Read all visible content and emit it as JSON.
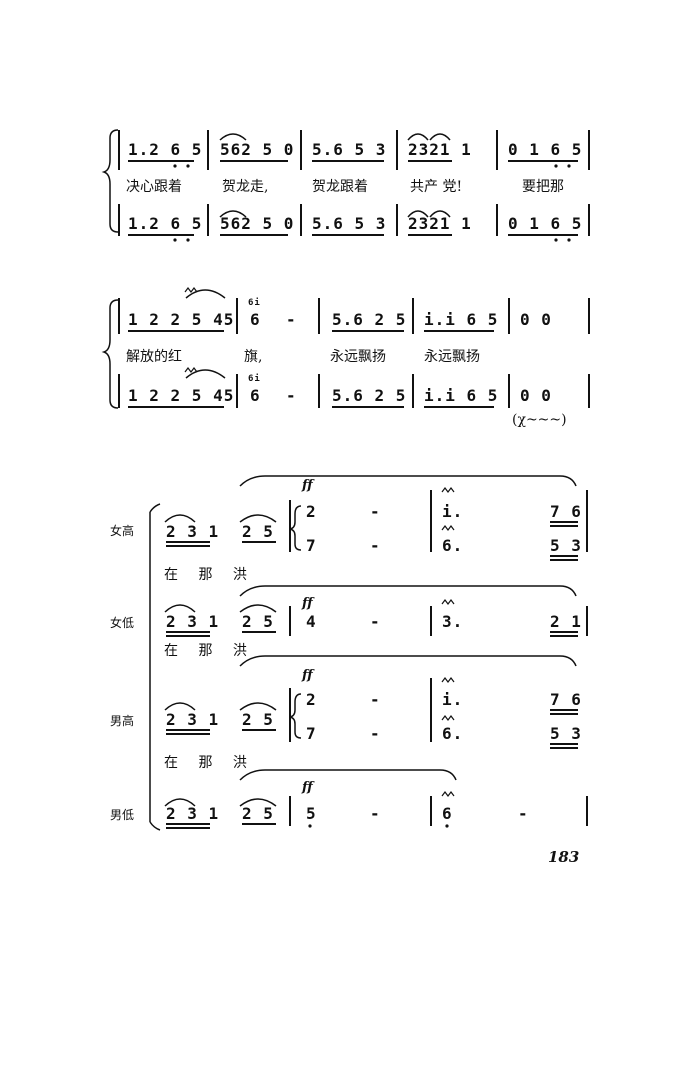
{
  "system1": {
    "top": [
      "1.2 6 5",
      "562 5 0",
      "5.6 5 3",
      "2321 1",
      "0 1 6 5"
    ],
    "lyrics": [
      "决心跟着",
      "贺龙走,",
      "贺龙跟着",
      "共产 党!",
      "要把那"
    ],
    "bottom": [
      "1.2 6 5",
      "562 5 0",
      "5.6 5 3",
      "2321 1",
      "0 1 6 5"
    ]
  },
  "system2": {
    "top": [
      "1 2 2 5 45",
      "6",
      "-",
      "5.6 2 5",
      "i.i 6 5",
      "0 0"
    ],
    "grace": "6i",
    "lyrics": [
      "解放的红",
      "旗,",
      "永远飘扬",
      "永远飘扬"
    ],
    "bottom": [
      "1 2 2 5 45",
      "6",
      "-",
      "5.6 2 5",
      "i.i 6 5",
      "0 0"
    ],
    "bracket_note": "(χ~~~)"
  },
  "system3": {
    "dynamic": "ff",
    "voices": [
      {
        "name": "女高",
        "m1": "2 3 1",
        "m2": "2 5",
        "upper": [
          "2",
          "-",
          "i.",
          "7 6"
        ],
        "lower": [
          "7",
          "-",
          "6.",
          "5 3"
        ],
        "lyrics": "在 那 洪"
      },
      {
        "name": "女低",
        "m1": "2 3 1",
        "m2": "2 5",
        "upper": [
          "4",
          "-",
          "3.",
          "2 1"
        ],
        "lyrics": "在 那 洪"
      },
      {
        "name": "男高",
        "m1": "2 3 1",
        "m2": "2 5",
        "upper": [
          "2",
          "-",
          "i.",
          "7 6"
        ],
        "lower": [
          "7",
          "-",
          "6.",
          "5 3"
        ],
        "lyrics": "在 那 洪"
      },
      {
        "name": "男低",
        "m1": "2 3 1",
        "m2": "2 5",
        "upper": [
          "5",
          "-",
          "6",
          "-"
        ]
      }
    ]
  },
  "page_number": "183"
}
